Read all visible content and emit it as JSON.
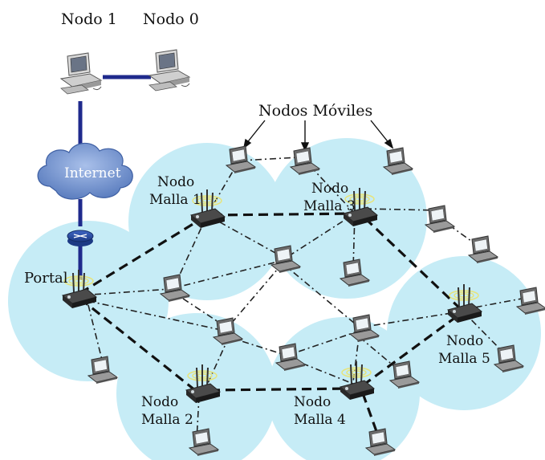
{
  "top_labels": {
    "node1": "Nodo 1",
    "node0": "Nodo 0"
  },
  "cloud_label": "Internet",
  "mobile_nodes_label": "Nodos Móviles",
  "portal_label": "Portal",
  "mesh_nodes": {
    "m1": {
      "line1": "Nodo",
      "line2": "Malla 1"
    },
    "m2": {
      "line1": "Nodo",
      "line2": "Malla 2"
    },
    "m3": {
      "line1": "Nodo",
      "line2": "Malla 3"
    },
    "m4": {
      "line1": "Nodo",
      "line2": "Malla 4"
    },
    "m5": {
      "line1": "Nodo",
      "line2": "Malla 5"
    }
  },
  "colors": {
    "coverage": "#c6ecf6",
    "backhaul": "#1f2a8c",
    "cloud": "#6f8ec9",
    "router": "#2b4fa3",
    "mesh_link": "#111111",
    "mobile_link": "#222222"
  }
}
